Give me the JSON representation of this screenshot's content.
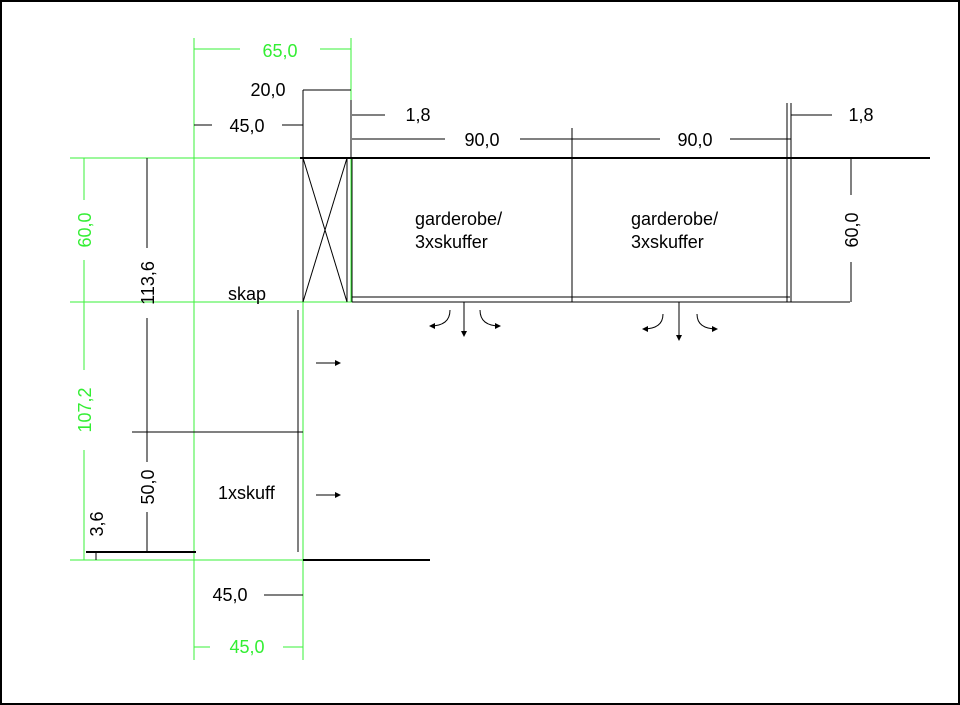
{
  "colors": {
    "frame": "#000000",
    "dimension_green": "#33ee33",
    "text": "#000000",
    "background": "#ffffff"
  },
  "labels": {
    "garderobe_1_line1": "garderobe/",
    "garderobe_1_line2": "3xskuffer",
    "garderobe_2_line1": "garderobe/",
    "garderobe_2_line2": "3xskuffer",
    "skap": "skap",
    "one_drawer": "1xskuff"
  },
  "dims": {
    "top_green_width": "65,0",
    "depth_20": "20,0",
    "width_45_top": "45,0",
    "panel_1_8_left": "1,8",
    "width_90_a": "90,0",
    "width_90_b": "90,0",
    "panel_1_8_right": "1,8",
    "depth_60_right": "60,0",
    "depth_60_left_green": "60,0",
    "height_113_6": "113,6",
    "green_107_2": "107,2",
    "height_50": "50,0",
    "height_3_6": "3,6",
    "width_45_bottom": "45,0",
    "green_45_bottom": "45,0"
  }
}
